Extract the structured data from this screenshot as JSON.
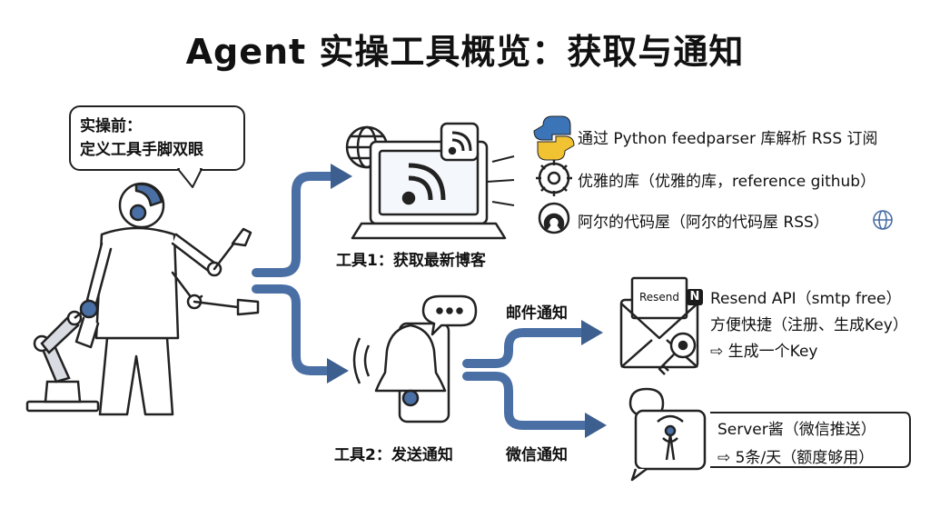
{
  "title": "Agent 实操工具概览：获取与通知",
  "intro_bubble": {
    "line1": "实操前：",
    "line2": "定义工具手脚双眼"
  },
  "tool1": {
    "label": "工具1：获取最新博客",
    "items": [
      {
        "icon": "python-logo-icon",
        "text": "通过 Python feedparser 库解析 RSS 订阅"
      },
      {
        "icon": "github-gear-icon",
        "text": "优雅的库（优雅的库，reference github）"
      },
      {
        "icon": "rss-source-icon",
        "text": "阿尔的代码屋（阿尔的代码屋 RSS）"
      }
    ]
  },
  "tool2": {
    "label": "工具2：发送通知",
    "branch_email": "邮件通知",
    "branch_wechat": "微信通知",
    "envelope_tag": "Resend",
    "resend": {
      "badge": "N",
      "line1": "Resend API（smtp free）",
      "line2": "方便快捷（注册、生成Key）",
      "line3": "⇨ 生成一个Key"
    },
    "server": {
      "line1": "Server酱（微信推送）",
      "line2": "⇨ 5条/天（额度够用）"
    }
  },
  "colors": {
    "accent": "#4a6fa5",
    "accent_light": "#c9d8ee",
    "ink": "#1a1a1a"
  }
}
